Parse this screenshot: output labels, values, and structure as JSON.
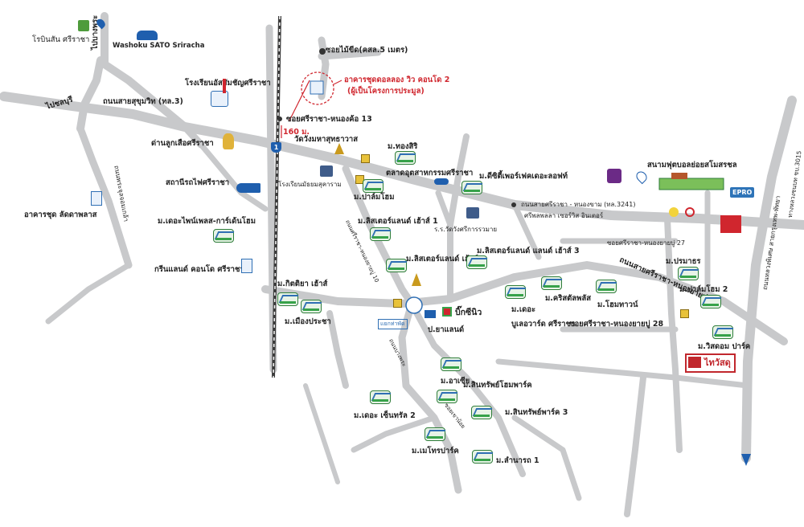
{
  "labels": {
    "robinson": "โรบินสัน ศรีราชา",
    "washoku": "Washoku SATO Sriracha",
    "to_bangphra": "ไปบางพระ",
    "to_chonburi": "ไปชลบุรี",
    "sukhumvit": "ถนนสายสุขุมวิท (ทล.3)",
    "soi_makro": "ซอยไม้ขีด(คสล.5 เมตร)",
    "project_title": "อาคารชุดดอลลอง วิว คอนโด 2",
    "project_sub": "(ผู้เป็นโครงการประมูล)",
    "school_assumption": "โรงเรียนอัสสัมชัญศรีราชา",
    "soi_nongkho13": "ซอยศรีราชา-หนองค้อ 13",
    "distance": "160 ม.",
    "fort_market": "ด่านลูกเสือศรีราชา",
    "wat_mahasuphan": "วัดวังมหาสุทธาวาส",
    "m_thongsiri": "ม.ทองสิริ",
    "railway_station": "สถานีรถไฟศรีราชา",
    "suki_school": "โรงเรียนมัธยมสุคาราม",
    "talad_market": "ตลาดอุตสาหกรรมศรีราชา",
    "m_dcity": "ม.ดีซิตี้เพอร์เฟคเดอะลอฟท์",
    "football": "สนามฟุตบอลย่อยสโมสรชล",
    "m_palm_home": "ม.ปาล์มโฮม",
    "nongkham_road": "ถนนสายศรีราชา - หนองขาม (ทล.3241)",
    "market_vision": "ศรีพลพลลา เซอร์วิส อินเตอร์",
    "tam_bon_sawn": "ทางหลวงชนบท ชบ.3015",
    "aquarium_lbl": "อาคารชุด ลัดดาพลาส",
    "m_grand_garden": "ม.เดอะไพน์เพลส-การ์เด้นโฮม",
    "m_lsgarden1": "ม.ลิสเตอร์แลนด์ เฮ้าส์ 1",
    "wat_lbl": "ร.ร.วัดวังศรีการรวมาย",
    "m_lsgarden3": "ม.ลิสเตอร์แลนด์ แลนด์ เฮ้าส์ 3",
    "soi_nongyai27": "ซอยศรีราชา-หนองยายบู่ 27",
    "green_condo": "กรีนแลนด์ คอนโด ศรีราชา",
    "m_lsgarden2": "ม.ลิสเตอร์แลนด์ เฮ้าส์ 2",
    "m_bunnarat": "ม.ปรมาธร",
    "road_nongyai": "ถนนสายศรีราชา-หนองยายบู่",
    "m_kittiya": "ม.กิตติยา เฮ้าส์",
    "m_muangprachathai": "ม.เมืองประชา",
    "bigc": "บิ๊กซีนิว",
    "m_the": "ม.เดอะ",
    "m_crystal": "ม.คริสตัลพลัส",
    "m_homtown": "ม.โฮมทาวน์",
    "m_palmhome2": "ม.ปาล์มโฮม 2",
    "boulevard": "บูเลอวาร์ด ศรีราชา",
    "mall_lbl": "ป.ยาแลนด์",
    "soi_nongyai28": "ซอยศรีราชา-หนองยายบู่ 28",
    "m_wisdom": "ม.วิสดอม ปาร์ค",
    "thaiwatsadu": "ไทวัสดุ",
    "roundabout": "แยกท่าพัด",
    "m_dasia": "ม.อาเซีย",
    "m_sinthreehome": "ม.สินทรัพย์โฮมพาร์ค",
    "m_center2": "ม.เดอะ เซ็นทรัล 2",
    "m_sinpark3": "ม.สินทรัพย์พาร์ค 3",
    "m_metro": "ม.เมโทรปาร์ค",
    "m_lamlukka1": "ม.ลำนารถ 1",
    "nongyai_road_diag": "ถนนศรีราชา-หนองยายบู่ 10",
    "khaokheow_road": "ถนนหลวงพิเศษ สายกรุงเทพ-พัทยา",
    "soi_khaokheow": "ซอยเขาน้อย",
    "bangphra_road": "ถนนบางพระ",
    "sukhumvit_vert": "ถนนพระจุลจอมเกล้า",
    "epro_logo": "EPRO",
    "route_shield": "1"
  },
  "colors": {
    "road": "#c8c9cb",
    "railway": "#3b3b3b",
    "project_red": "#d0262e",
    "house_green": "#2f7d3a",
    "house_blue": "#2f6fb4",
    "highway_blue": "#1f5fae"
  },
  "icons": [
    "house-icon",
    "school-icon",
    "temple-icon",
    "train-icon",
    "bus-icon",
    "hospital-icon",
    "mall-icon",
    "condo-icon",
    "arrow-icon"
  ]
}
